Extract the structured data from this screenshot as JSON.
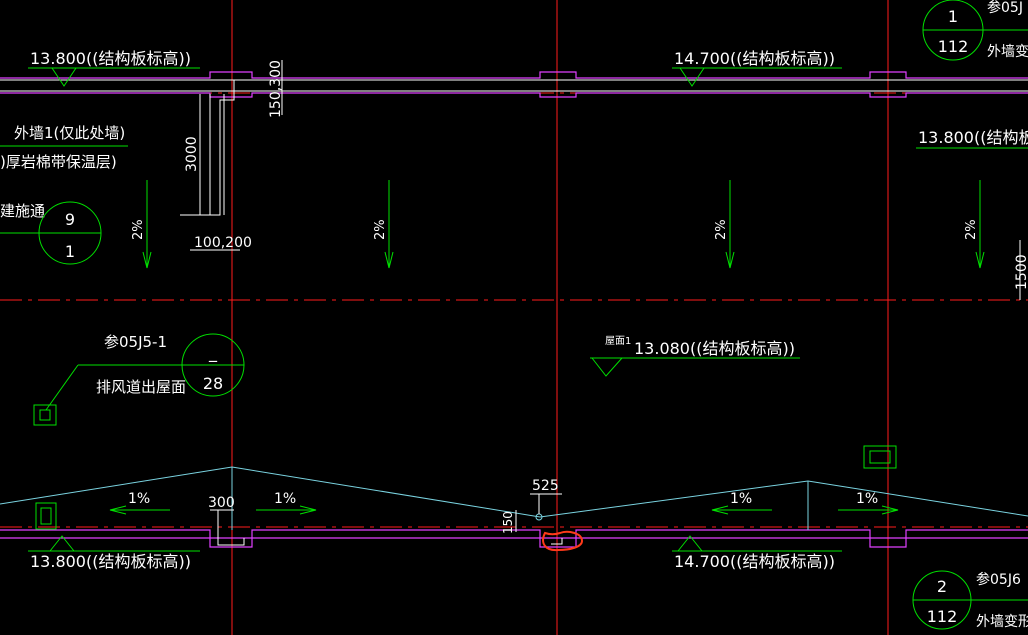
{
  "elevations": {
    "top_left": "13.800((结构板标高))",
    "top_center": "14.700((结构板标高))",
    "right_mid": "13.800((结构板",
    "middle_roof_prefix": "屋面1",
    "middle": "13.080((结构板标高))",
    "bottom_left": "13.800((结构板标高))",
    "bottom_center": "14.700((结构板标高))"
  },
  "notes": {
    "wall_line1": "外墙1(仅此处墙)",
    "wall_line2": ")厚岩棉带保温层)",
    "jianshi": "建施通",
    "can05j5": "参05J5-1",
    "paifeng": "排风道出屋面",
    "can05top": "参05J",
    "waiqiang_top": "外墙变",
    "can05bot": "参05J6",
    "waiqiang_bot": "外墙变形"
  },
  "dimensions": {
    "d150_300": "150,300",
    "d3000": "3000",
    "d100_200": "100,200",
    "d525": "525",
    "d300": "300",
    "d150": "150",
    "d1500": "1500"
  },
  "slopes": {
    "s2a": "2%",
    "s2b": "2%",
    "s2c": "2%",
    "s2d": "2%",
    "s1a": "1%",
    "s1b": "1%",
    "s1c": "1%",
    "s1d": "1%"
  },
  "callouts": {
    "c1": {
      "top": "1",
      "bottom": "112"
    },
    "c9": {
      "top": "9",
      "bottom": "1"
    },
    "c28": {
      "top": "_",
      "bottom": "28"
    },
    "c2": {
      "top": "2",
      "bottom": "112"
    }
  },
  "colors": {
    "background": "#000000",
    "axis": "#ff1c1c",
    "annotation": "#00e000",
    "wall": "#e040ff",
    "slope": "#7ad3e0",
    "highlight": "#ff3a1a"
  }
}
